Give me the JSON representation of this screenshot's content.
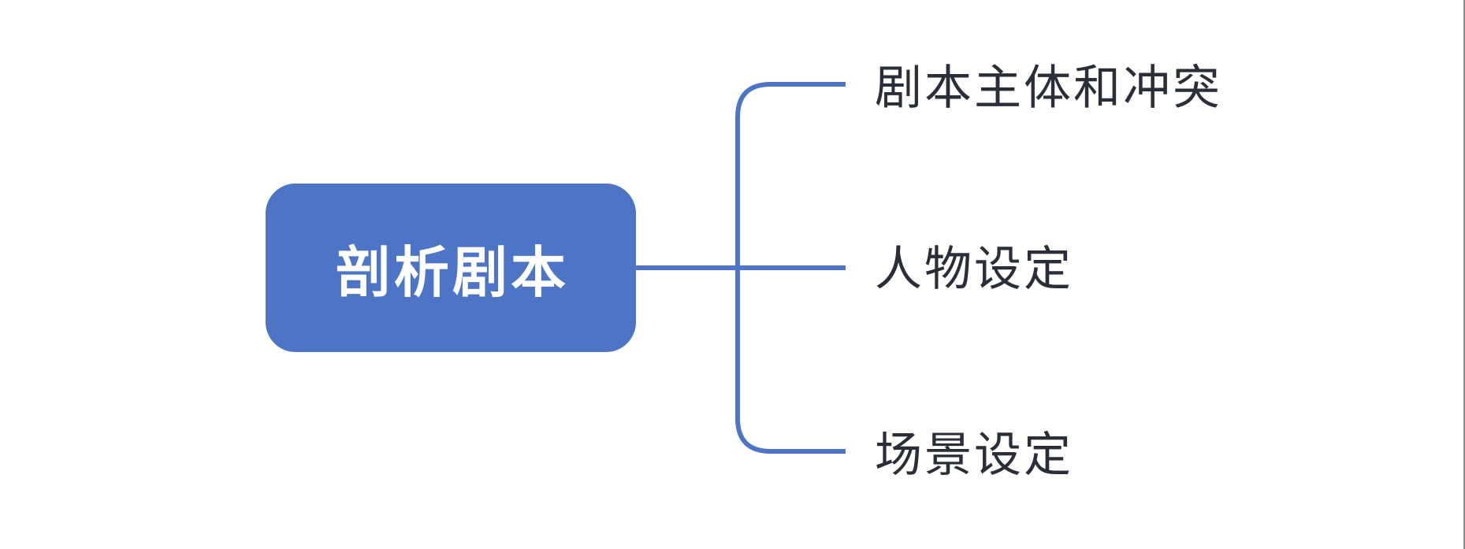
{
  "diagram": {
    "type": "mindmap",
    "root": {
      "label": "剖析剧本"
    },
    "branches": [
      {
        "label": "剧本主体和冲突"
      },
      {
        "label": "人物设定"
      },
      {
        "label": "场景设定"
      }
    ]
  },
  "colors": {
    "background": "#ffffff",
    "node_fill": "#4e74c6",
    "node_text": "#ffffff",
    "connector": "#4e74c6",
    "branch_text": "#2a2e38",
    "edge_border": "#8c8c8c"
  }
}
